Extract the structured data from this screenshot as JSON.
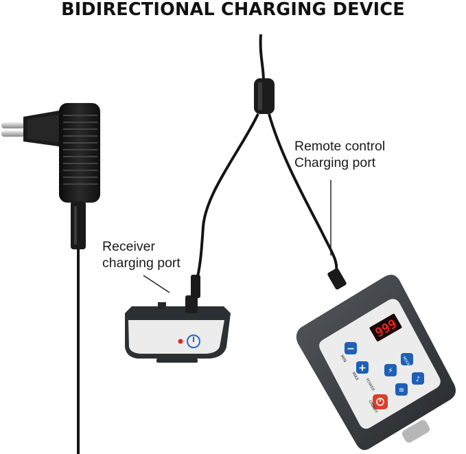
{
  "title": "BIDIRECTIONAL CHARGING DEVICE",
  "remote_label": [
    "Remote control",
    "Charging port"
  ],
  "receiver_label": [
    "Receiver",
    "charging port"
  ],
  "remote_display": "999",
  "remote_buttons": {
    "min": "MIN",
    "max": "MAX",
    "mode": "MODE",
    "power": "POWER",
    "on_off": "ON/OFF"
  },
  "colors": {
    "button_blue": "#1e5fb8",
    "power_red": "#d9402a",
    "display_red": "#e8231b",
    "device_dark": "#3a3d41",
    "faceplate": "#ececec"
  }
}
